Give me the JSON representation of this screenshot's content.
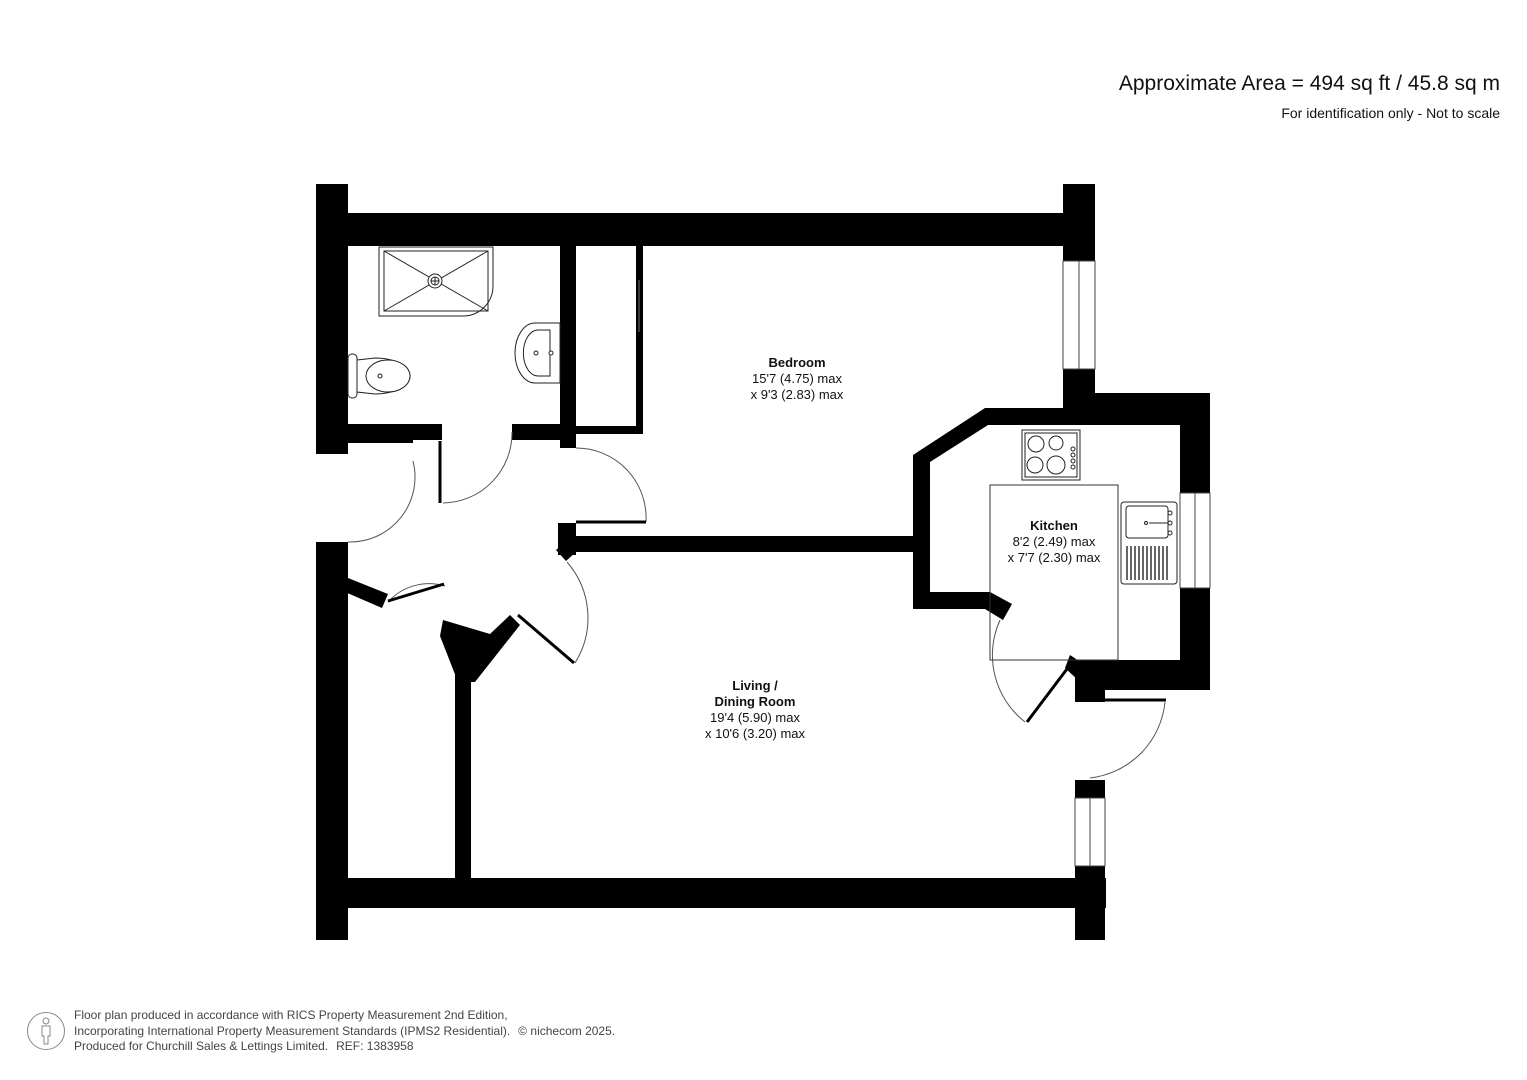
{
  "header": {
    "area": "Approximate Area = 494 sq ft / 45.8 sq m",
    "disclaimer": "For identification only - Not to scale"
  },
  "rooms": [
    {
      "name": "Bedroom",
      "dim1": "15'7 (4.75) max",
      "dim2": "x 9'3 (2.83) max"
    },
    {
      "name": "Kitchen",
      "dim1": "8'2 (2.49) max",
      "dim2": "x 7'7 (2.30) max"
    },
    {
      "name_line1": "Living /",
      "name_line2": "Dining Room",
      "dim1": "19'4 (5.90) max",
      "dim2": "x 10'6 (3.20) max"
    }
  ],
  "fixtures": [
    "shower-tray",
    "toilet",
    "wash-basin",
    "hob",
    "sink-drainer",
    "wardrobe"
  ],
  "footer": {
    "line1": "Floor plan produced in accordance with RICS Property Measurement 2nd Edition,",
    "line2": "Incorporating International Property Measurement Standards (IPMS2 Residential).",
    "copyright": "© nichecom 2025.",
    "line3": "Produced for Churchill Sales & Lettings Limited.",
    "ref": "REF: 1383958"
  },
  "colors": {
    "wall": "#000000",
    "background": "#ffffff",
    "fixture_line": "#333333",
    "footer_text": "#444444"
  }
}
